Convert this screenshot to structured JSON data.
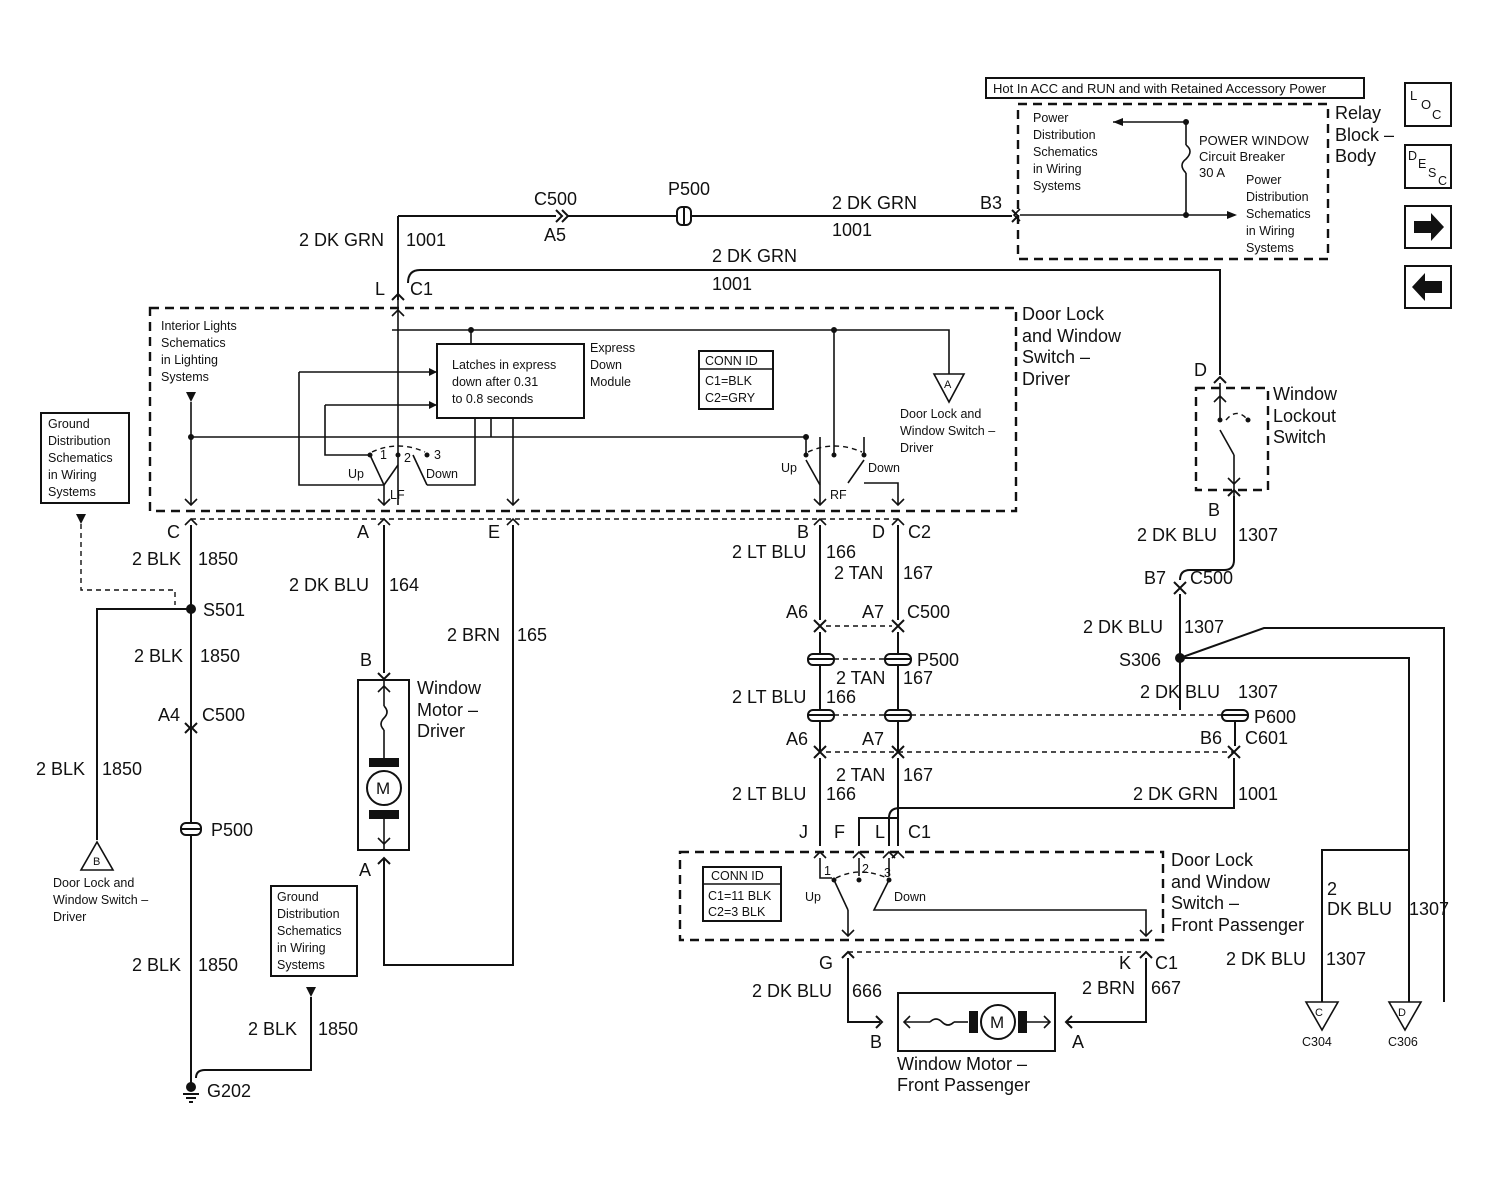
{
  "header": {
    "hot_label": "Hot In ACC and RUN and with Retained Accessory Power",
    "relay_block": [
      "Relay",
      "Block –",
      "Body"
    ],
    "power_dist_1": [
      "Power",
      "Distribution",
      "Schematics",
      "in Wiring",
      "Systems"
    ],
    "circuit_breaker": [
      "POWER WINDOW",
      "Circuit Breaker",
      "30 A"
    ],
    "power_dist_2": [
      "Power",
      "Distribution",
      "Schematics",
      "in Wiring",
      "Systems"
    ]
  },
  "nav": {
    "loc": [
      "L",
      "O",
      "C"
    ],
    "desc": [
      "D",
      "E",
      "S",
      "C"
    ],
    "next_icon": "arrow-right-icon",
    "prev_icon": "arrow-left-icon"
  },
  "top": {
    "c500": "C500",
    "a5": "A5",
    "p500": "P500",
    "wire_dkgrn_right": "2 DK GRN",
    "num_1001_right": "1001",
    "b3": "B3",
    "wire_dkgrn_left": "2 DK GRN",
    "num_1001_left": "1001",
    "wire_dkgrn_mid": "2 DK GRN",
    "num_1001_mid": "1001",
    "l": "L",
    "c1": "C1"
  },
  "driver_switch": {
    "title": [
      "Door Lock",
      "and Window",
      "Switch –",
      "Driver"
    ],
    "interior": [
      "Interior Lights",
      "Schematics",
      "in Lighting",
      "Systems"
    ],
    "latch": [
      "Latches in express",
      "down after 0.31",
      "to 0.8 seconds"
    ],
    "express": [
      "Express",
      "Down",
      "Module"
    ],
    "conn": [
      "CONN ID",
      "C1=BLK",
      "C2=GRY"
    ],
    "ref_a": "A",
    "ref_a_text": [
      "Door Lock and",
      "Window Switch –",
      "Driver"
    ],
    "lf": "LF",
    "rf": "RF",
    "up": "Up",
    "down": "Down",
    "up2": "Up",
    "down2": "Down",
    "n1": "1",
    "n2": "2",
    "n3": "3"
  },
  "left": {
    "ground_dist_1": [
      "Ground",
      "Distribution",
      "Schematics",
      "in Wiring",
      "Systems"
    ],
    "c": "C",
    "blk_1": "2 BLK",
    "n1850_1": "1850",
    "s501": "S501",
    "blk_2": "2 BLK",
    "n1850_2": "1850",
    "a4": "A4",
    "c500": "C500",
    "blk_3": "2 BLK",
    "n1850_3": "1850",
    "p500": "P500",
    "ref_b": "B",
    "ref_b_text": [
      "Door Lock and",
      "Window Switch –",
      "Driver"
    ],
    "blk_4": "2 BLK",
    "n1850_4": "1850",
    "ground_dist_2": [
      "Ground",
      "Distribution",
      "Schematics",
      "in Wiring",
      "Systems"
    ],
    "blk_5": "2 BLK",
    "n1850_5": "1850",
    "g202": "G202"
  },
  "driver_motor": {
    "a_top": "A",
    "e_top": "E",
    "wire_dkblu": "2 DK BLU",
    "n164": "164",
    "wire_brn": "2 BRN",
    "n165": "165",
    "b": "B",
    "a_bottom": "A",
    "title": [
      "Window",
      "Motor –",
      "Driver"
    ],
    "m": "M"
  },
  "passenger_wires": {
    "b": "B",
    "d": "D",
    "c2": "C2",
    "ltblu_1": "2 LT BLU",
    "n166_1": "166",
    "tan_1": "2 TAN",
    "n167_1": "167",
    "a6_1": "A6",
    "a7_1": "A7",
    "c500": "C500",
    "p500": "P500",
    "tan_2": "2 TAN",
    "n167_2": "167",
    "ltblu_2": "2 LT BLU",
    "n166_2": "166",
    "a6_2": "A6",
    "a7_2": "A7",
    "tan_3": "2 TAN",
    "n167_3": "167",
    "ltblu_3": "2 LT BLU",
    "n166_3": "166",
    "dkgrn": "2 DK GRN",
    "n1001": "1001",
    "j": "J",
    "f": "F",
    "l": "L",
    "c1": "C1"
  },
  "passenger_switch": {
    "title": [
      "Door Lock",
      "and Window",
      "Switch –",
      "Front Passenger"
    ],
    "conn": [
      "CONN ID",
      "C1=11 BLK",
      "C2=3 BLK"
    ],
    "up": "Up",
    "down": "Down",
    "n1": "1",
    "n2": "2",
    "n3": "3",
    "g": "G",
    "k": "K",
    "c1": "C1",
    "dkblu": "2 DK BLU",
    "n666": "666",
    "brn": "2 BRN",
    "n667": "667",
    "motor_b": "B",
    "motor_a": "A",
    "motor_title": [
      "Window Motor –",
      "Front Passenger"
    ],
    "m": "M"
  },
  "lockout": {
    "d": "D",
    "title": [
      "Window",
      "Lockout",
      "Switch"
    ],
    "b": "B",
    "dkblu_1": "2 DK BLU",
    "n1307_1": "1307",
    "b7": "B7",
    "c500": "C500",
    "dkblu_2": "2 DK BLU",
    "n1307_2": "1307",
    "s306": "S306",
    "dkblu_3": "2 DK BLU",
    "n1307_3": "1307",
    "p600": "P600",
    "b6": "B6",
    "c601": "C601",
    "wire_2": "2",
    "dkblu_4": "DK BLU",
    "n1307_4": "1307",
    "dkblu_5": "2 DK BLU",
    "n1307_5": "1307",
    "ref_c": "C",
    "c304": "C304",
    "ref_d": "D",
    "c306": "C306"
  }
}
